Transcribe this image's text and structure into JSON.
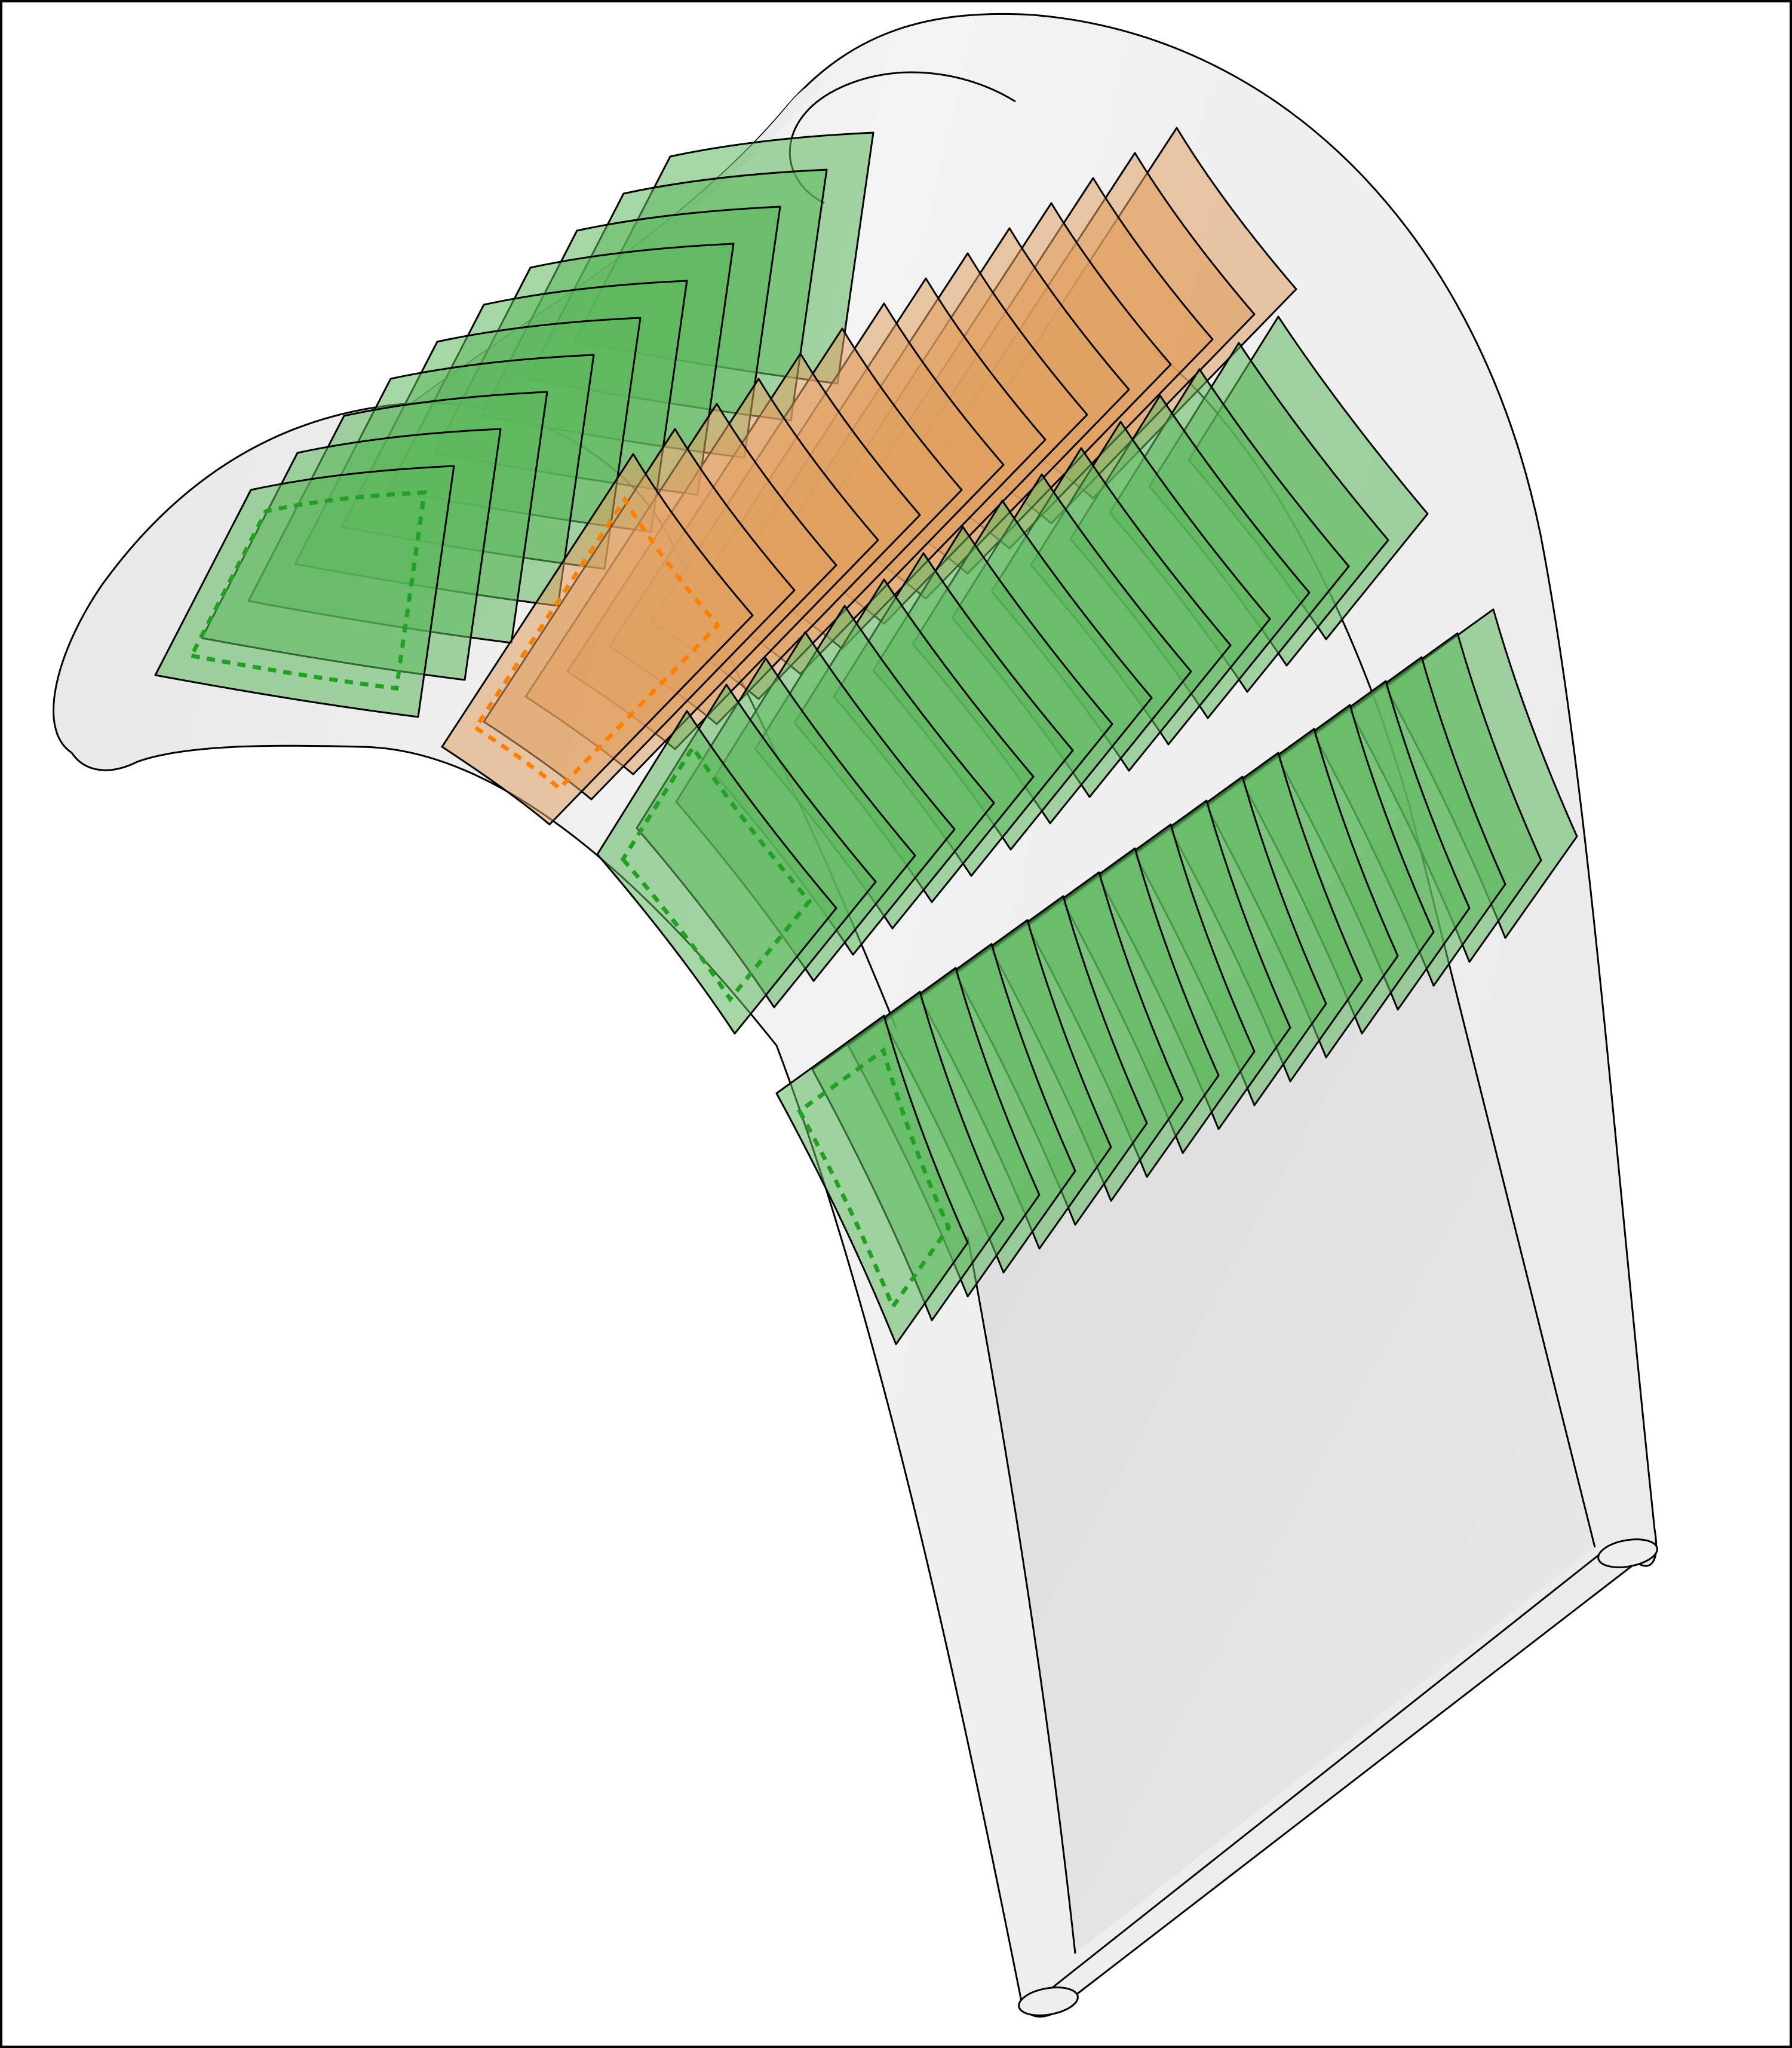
{
  "figure": {
    "frame_color": "#000000",
    "background_color": "#ffffff",
    "shell": {
      "fill_light": "#f2f2f2",
      "fill_shade": "#d9d9d9",
      "inner_panel": "#e2e2e2",
      "outline": "#000000"
    },
    "coil_groups": [
      {
        "id": "outer-left-coil",
        "color": "#5cb85c",
        "turns": 10,
        "dashed_outline_color": "#22a022"
      },
      {
        "id": "central-coil",
        "color": "#e0a060",
        "turns": 14,
        "dashed_outline_color": "#ff8000"
      },
      {
        "id": "upper-right-coil",
        "color": "#5cb85c",
        "turns": 16,
        "dashed_outline_color": "#22a022"
      },
      {
        "id": "lower-right-coil",
        "color": "#5cb85c",
        "turns": 18,
        "dashed_outline_color": "#22a022"
      }
    ]
  }
}
